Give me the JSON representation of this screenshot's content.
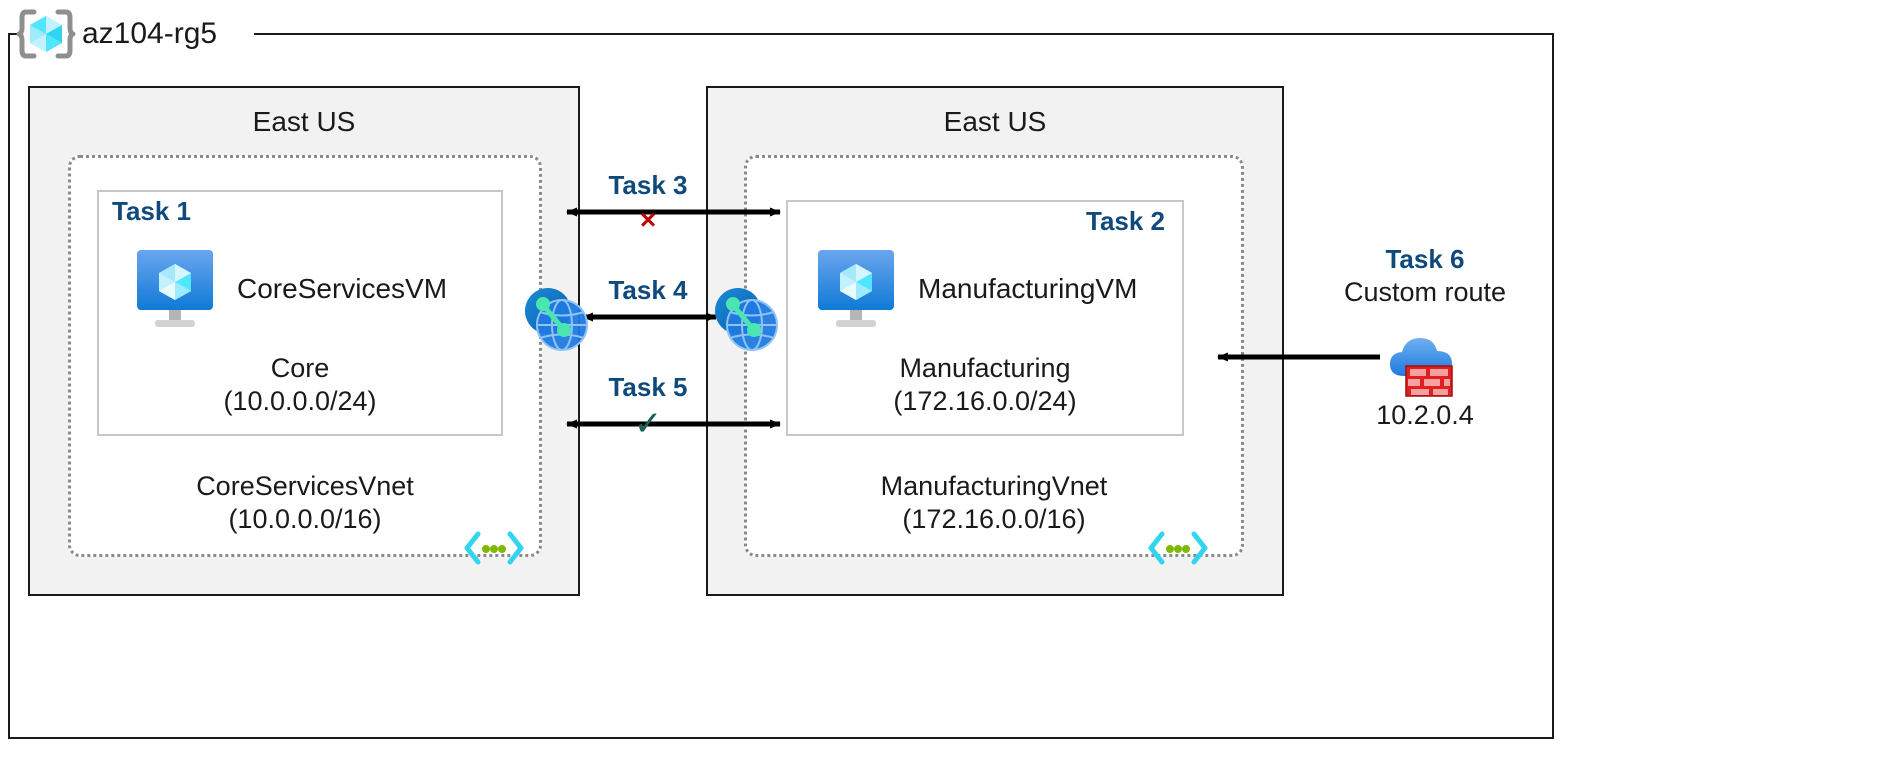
{
  "diagram": {
    "resource_group": {
      "name": "az104-rg5",
      "icon": "resource-group-cube-icon"
    },
    "regions": [
      {
        "id": "left",
        "title": "East US"
      },
      {
        "id": "right",
        "title": "East US"
      }
    ],
    "vnets": [
      {
        "id": "core",
        "task_tag": "Task 1",
        "vm_name": "CoreServicesVM",
        "vm_icon": "virtual-machine-icon",
        "subnet_name": "Core",
        "subnet_cidr": "(10.0.0.0/24)",
        "vnet_name": "CoreServicesVnet",
        "vnet_cidr": "(10.0.0.0/16)",
        "corner_icon": "subnet-code-icon"
      },
      {
        "id": "manufacturing",
        "task_tag": "Task 2",
        "vm_name": "ManufacturingVM",
        "vm_icon": "virtual-machine-icon",
        "subnet_name": "Manufacturing",
        "subnet_cidr": "(172.16.0.0/24)",
        "vnet_name": "ManufacturingVnet",
        "vnet_cidr": "(172.16.0.0/16)",
        "corner_icon": "subnet-code-icon"
      }
    ],
    "peering_icons": [
      {
        "id": "peer-left",
        "icon": "vnet-peering-icon"
      },
      {
        "id": "peer-right",
        "icon": "vnet-peering-icon"
      }
    ],
    "center_tasks": [
      {
        "id": "task3",
        "label": "Task 3",
        "mark": "×",
        "mark_kind": "cross"
      },
      {
        "id": "task4",
        "label": "Task 4",
        "mark": "",
        "mark_kind": "none"
      },
      {
        "id": "task5",
        "label": "Task 5",
        "mark": "✓",
        "mark_kind": "check"
      }
    ],
    "custom_route": {
      "title": "Task 6",
      "subtitle": "Custom route",
      "ip": "10.2.0.4",
      "icon": "azure-firewall-icon"
    },
    "colors": {
      "task_blue": "#10497c",
      "cross_red": "#c00000",
      "check_green": "#1f6157",
      "region_fill": "#f2f2f2",
      "vnet_border": "#8a8a8a",
      "azure_blue": "#0078d4",
      "cube_cyan": "#50e6ff",
      "subnet_icon_cyan": "#32d5f0",
      "firewall_red": "#e02020"
    }
  }
}
